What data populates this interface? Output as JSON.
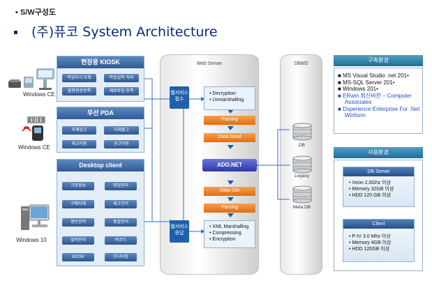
{
  "header": {
    "section": "S/W구성도",
    "title": "(주)퓨코 System Architecture"
  },
  "devices": {
    "kiosk_label": "Windows CE",
    "pda_label": "Windows CE",
    "pc_label": "Windows 10"
  },
  "kiosk": {
    "title": "현장용 KIOSK",
    "buttons": [
      "작업지시 조회",
      "작업실적 처리",
      "불량현상등록",
      "재료투입 등록"
    ]
  },
  "pda": {
    "title": "무선 PDA",
    "buttons": [
      "자재입고",
      "자재출고",
      "재고이동",
      "공고이동"
    ]
  },
  "desktop": {
    "title": "Desktop client",
    "buttons": [
      "기초정보",
      "영업관리",
      "구매자재",
      "재고관리",
      "생산관리",
      "품질관리",
      "설비관리",
      "바코드",
      "KIOSK",
      "모니터링"
    ]
  },
  "webserver": {
    "title": "Web Server",
    "receive": "웹서비스 접수",
    "respond": "웹서비스 응답",
    "top_steps": [
      "Decryption",
      "Unmarshalling"
    ],
    "bottom_steps": [
      "XML Marshalling",
      "Compressing",
      "Encryption"
    ],
    "parsing_top": "Parsing",
    "data_send": "Data Send",
    "ado": "ADO.NET",
    "data_get": "Data Get",
    "parsing_bottom": "Parsing"
  },
  "dbms": {
    "title": "DBMS",
    "dbs": [
      "DB",
      "Legacy",
      "Meta DB"
    ]
  },
  "build_env": {
    "title": "구축환경",
    "items": [
      "MS Visual Studio .net 201•",
      "MS-SQL Server 201•",
      "Windows 201•",
      "ERwin 최신버전 – Computer Associates",
      "Dxperience Enterprise For .Net Winform"
    ]
  },
  "use_env": {
    "title": "사용환경",
    "db_server": {
      "title": "DB Server",
      "items": [
        "Xeon 2.0Ghz 이상",
        "Memory 32GB 이상",
        "HDD 120 GB 이상"
      ]
    },
    "client": {
      "title": "Client",
      "items": [
        "P-IV 3.0 Mhz 이상",
        "Memory 4GB 이상",
        "HDD 120GB 이상"
      ]
    }
  },
  "colors": {
    "title_blue": "#0a2a78",
    "button_blue": "#2d5892",
    "orange": "#e06d10",
    "ado_purple": "#2e38a8",
    "teal_header": "#1f6e97",
    "line_blue": "#2f6fc0"
  }
}
